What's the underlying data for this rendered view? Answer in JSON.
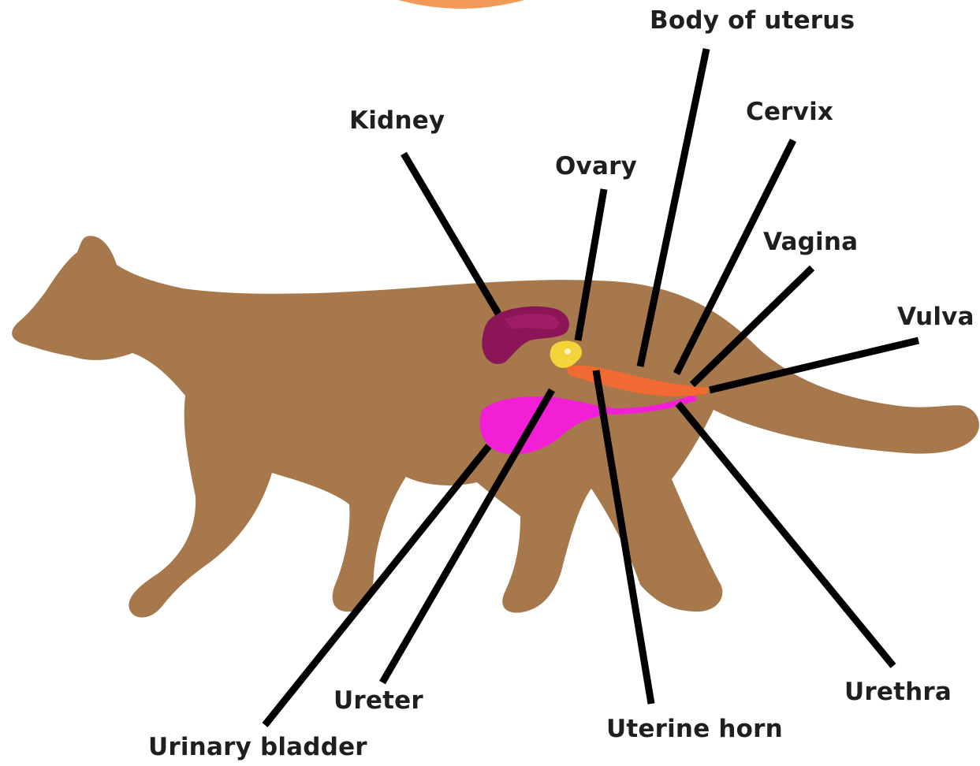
{
  "diagram": {
    "labels": {
      "body_of_uterus": "Body of uterus",
      "kidney": "Kidney",
      "cervix": "Cervix",
      "ovary": "Ovary",
      "vagina": "Vagina",
      "vulva": "Vulva",
      "ureter": "Ureter",
      "urethra": "Urethra",
      "uterine_horn": "Uterine horn",
      "urinary_bladder": "Urinary bladder"
    },
    "colors": {
      "cat_body": "#a6784b",
      "kidney": "#8c1558",
      "kidney_highlight": "#a11c66",
      "ovary": "#f2d53a",
      "uterus": "#f06a32",
      "bladder": "#f21fd6",
      "header_arc": "#f08a3c",
      "leader_lines": "#000000",
      "label_text": "#1f1f1f"
    }
  }
}
